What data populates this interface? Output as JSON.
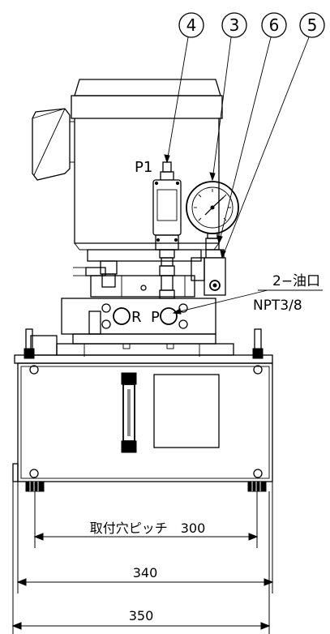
{
  "callouts": [
    "4",
    "3",
    "6",
    "5"
  ],
  "labels": {
    "pressure_port": "P1",
    "port_r": "R",
    "port_p": "P",
    "port_note_line1": "2−油口",
    "port_note_line2": "NPT3/8"
  },
  "dimensions": {
    "mounting_pitch": "取付穴ピッチ　300",
    "width_inner": "340",
    "width_outer": "350"
  }
}
